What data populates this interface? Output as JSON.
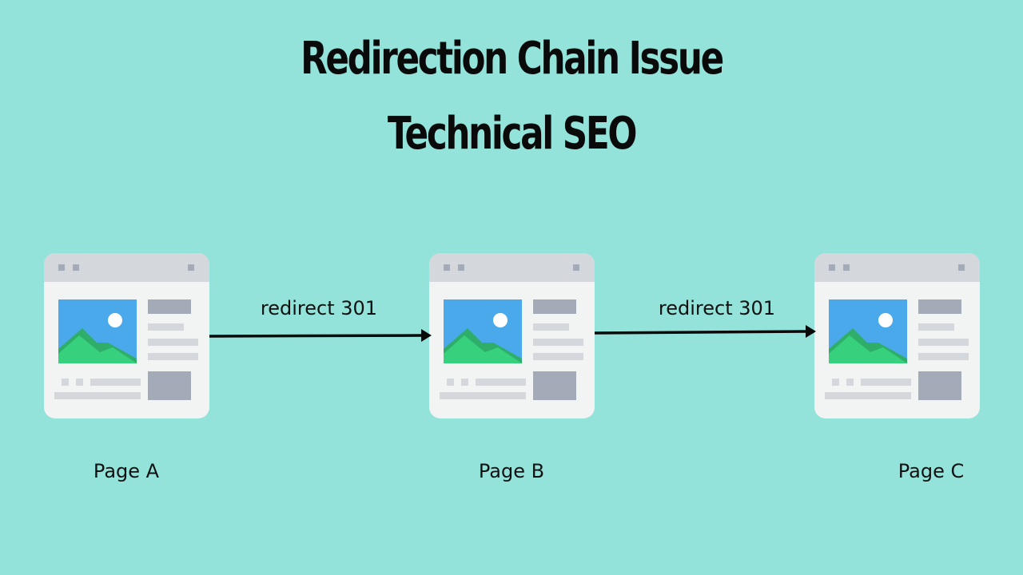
{
  "title": {
    "line1": "Redirection Chain Issue",
    "line2": "Technical SEO"
  },
  "nodes": [
    {
      "label": "Page A",
      "icon": "webpage-icon"
    },
    {
      "label": "Page B",
      "icon": "webpage-icon"
    },
    {
      "label": "Page C",
      "icon": "webpage-icon"
    }
  ],
  "edges": [
    {
      "label": "redirect 301",
      "from": "Page A",
      "to": "Page B"
    },
    {
      "label": "redirect 301",
      "from": "Page B",
      "to": "Page C"
    }
  ],
  "colors": {
    "background": "#93e3da",
    "card": "#f2f3f3",
    "card_header": "#d4d7dc",
    "image_sky": "#4aa9ea",
    "mountain_dark": "#2fae6a",
    "mountain_light": "#37d17d",
    "placeholder": "#a3aab8",
    "placeholder_light": "#d4d7dc",
    "arrow": "#0a0a0a"
  }
}
